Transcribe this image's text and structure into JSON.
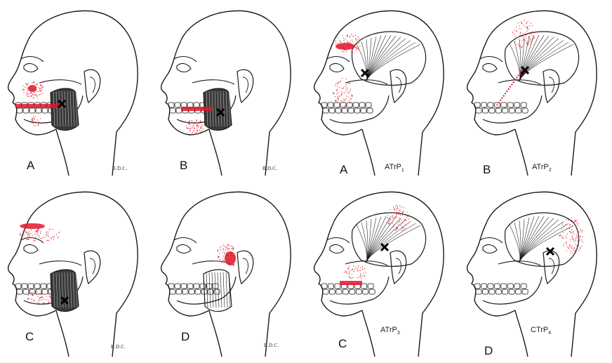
{
  "panels": [
    {
      "id": "A",
      "letter": "A",
      "signature": "B.D.C.",
      "caption": "",
      "caption_sub": ""
    },
    {
      "id": "B",
      "letter": "B",
      "signature": "B.D.C.",
      "caption": "",
      "caption_sub": ""
    },
    {
      "id": "tA",
      "letter": "A",
      "signature": "",
      "caption": "ATrP",
      "caption_sub": "1"
    },
    {
      "id": "tB",
      "letter": "B",
      "signature": "",
      "caption": "ATrP",
      "caption_sub": "2"
    },
    {
      "id": "C",
      "letter": "C",
      "signature": "B.D.C.",
      "caption": "",
      "caption_sub": ""
    },
    {
      "id": "D",
      "letter": "D",
      "signature": "B.D.C.",
      "caption": "",
      "caption_sub": ""
    },
    {
      "id": "tC",
      "letter": "C",
      "signature": "",
      "caption": "ATrP",
      "caption_sub": "3"
    },
    {
      "id": "tD",
      "letter": "D",
      "signature": "",
      "caption": "CTrP",
      "caption_sub": "4"
    }
  ],
  "colors": {
    "line": "#1a1a1a",
    "referral": "#e0182c",
    "background": "#ffffff"
  }
}
